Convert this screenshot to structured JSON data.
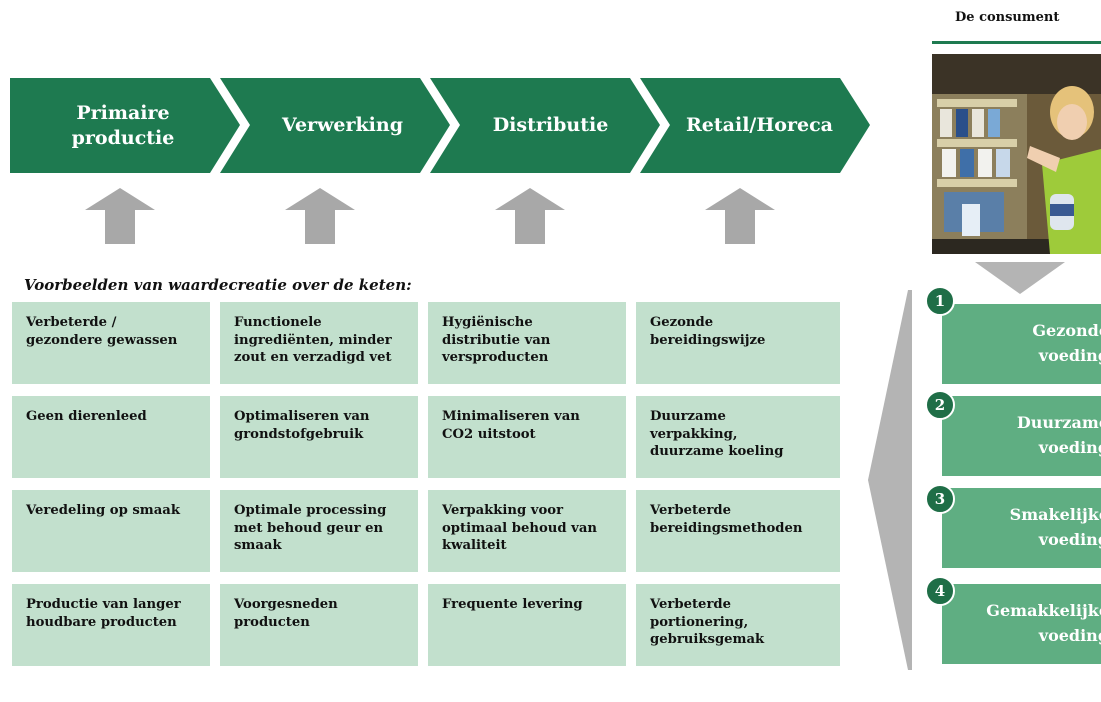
{
  "colors": {
    "chain_green": "#1e7a50",
    "cell_green": "#c2e0cd",
    "benefit_green": "#5fae82",
    "badge_green": "#1f6e47",
    "arrow_grey": "#a8a8a8"
  },
  "chain": {
    "stages": [
      {
        "label": "Primaire\nproductie"
      },
      {
        "label": "Verwerking"
      },
      {
        "label": "Distributie"
      },
      {
        "label": "Retail/Horeca"
      }
    ]
  },
  "examples": {
    "title": "Voorbeelden van waardecreatie over de keten:",
    "rows": [
      [
        "Verbeterde /\ngezondere gewassen",
        "Functionele\ningrediënten, minder\nzout en verzadigd vet",
        "Hygiënische\ndistributie van\nversproducten",
        "Gezonde\nbereidingswijze"
      ],
      [
        "Geen dierenleed",
        "Optimaliseren van\ngrondstofgebruik",
        "Minimaliseren van\nCO2 uitstoot",
        "Duurzame\nverpakking,\nduurzame koeling"
      ],
      [
        "Veredeling op smaak",
        "Optimale processing\nmet behoud geur en\nsmaak",
        "Verpakking voor\noptimaal behoud van\nkwaliteit",
        "Verbeterde\nbereidingsmethoden"
      ],
      [
        "Productie van langer\nhoudbare producten",
        "Voorgesneden\nproducten",
        "Frequente levering",
        "Verbeterde\nportionering,\ngebruiksgemak"
      ]
    ]
  },
  "consumer": {
    "title": "De consument",
    "benefits": [
      {
        "number": "1",
        "label": "Gezonde\nvoeding"
      },
      {
        "number": "2",
        "label": "Duurzame\nvoeding"
      },
      {
        "number": "3",
        "label": "Smakelijke\nvoeding"
      },
      {
        "number": "4",
        "label": "Gemakkelijke\nvoeding"
      }
    ]
  }
}
